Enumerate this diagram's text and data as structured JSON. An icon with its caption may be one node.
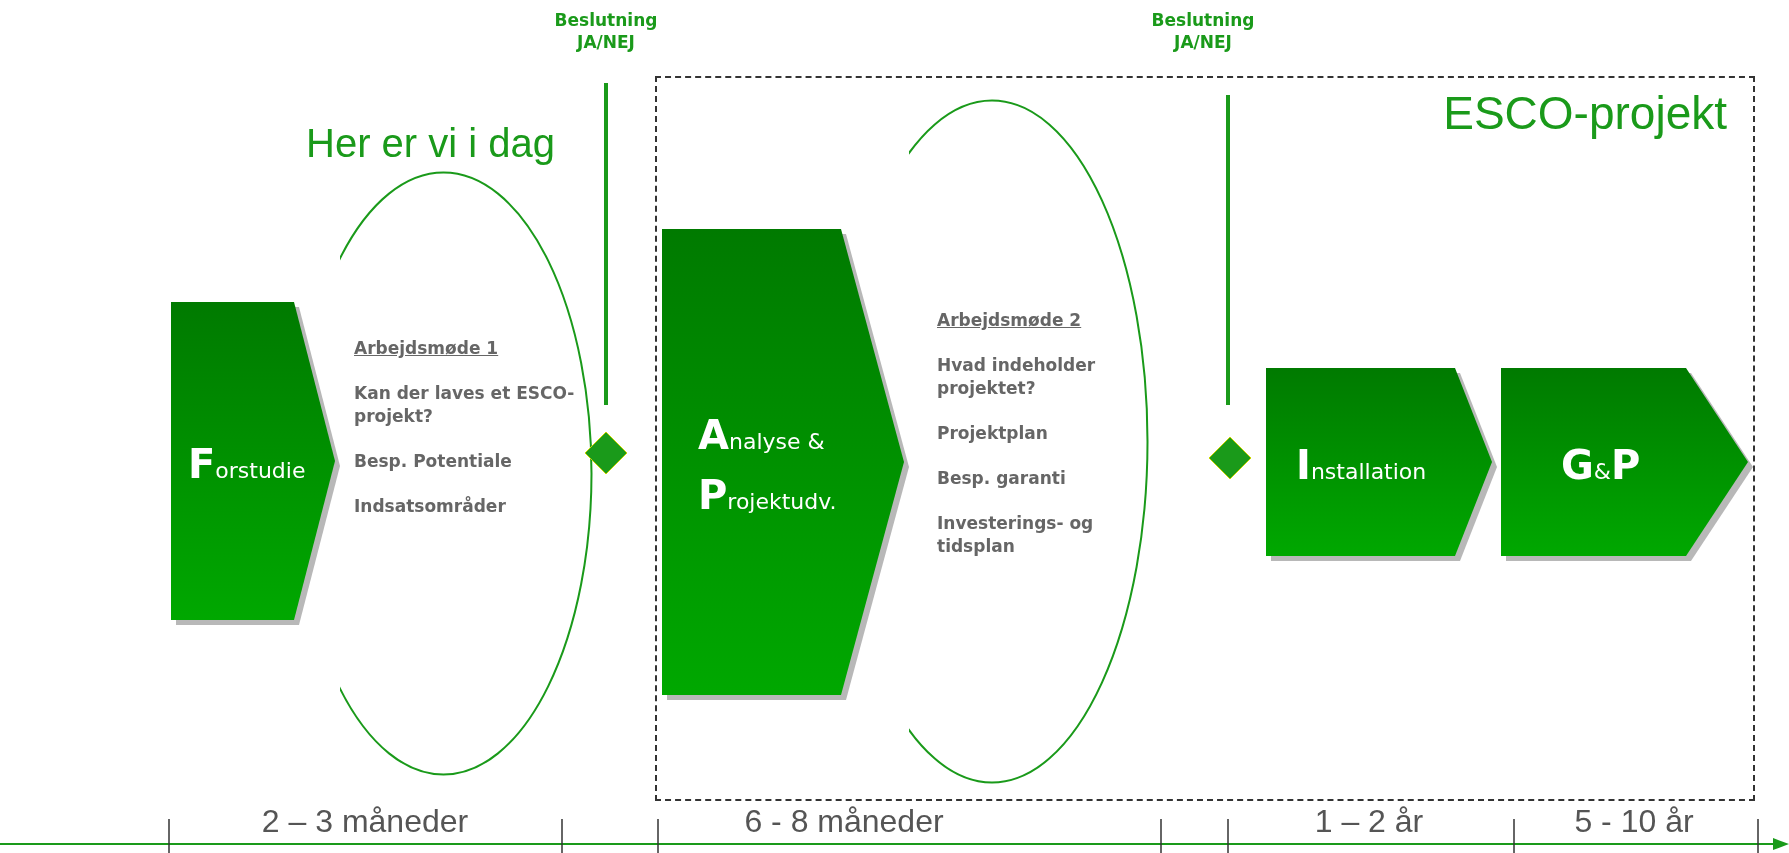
{
  "diagram": {
    "nodes": [
      {
        "text": [
          "ESCO-projekt"
        ]
      },
      {
        "text": [
          "**F**orstudie"
        ]
      },
      {
        "text": [
          "Arbejdsmøde 1",
          "Kan der laves et ESCO-projekt?",
          "Besp. Potentiale",
          "Indsatsområder"
        ]
      },
      {
        "text": [],
        "shape": "diamond"
      },
      {
        "text": [
          "**A**nalyse & **P**rojektudv."
        ],
        "in": 0
      },
      {
        "text": [
          "Arbejdsmøde 2",
          "Hvad indeholder projektet?",
          "Projektplan",
          "Besp. garanti",
          "Investerings- og tidsplan"
        ],
        "in": 0
      },
      {
        "text": [],
        "shape": "diamond",
        "in": 0
      },
      {
        "text": [
          "**I**nstallation"
        ],
        "in": 0
      },
      {
        "text": [
          "**G**&**P**"
        ],
        "in": 0
      }
    ],
    "edges": [],
    "labels": [
      "Beslutning JA/NEJ",
      "Beslutning JA/NEJ",
      "Her er vi i dag",
      "2 – 3 måneder",
      "6 - 8 måneder",
      "1 – 2 år",
      "5 - 10 år"
    ]
  }
}
